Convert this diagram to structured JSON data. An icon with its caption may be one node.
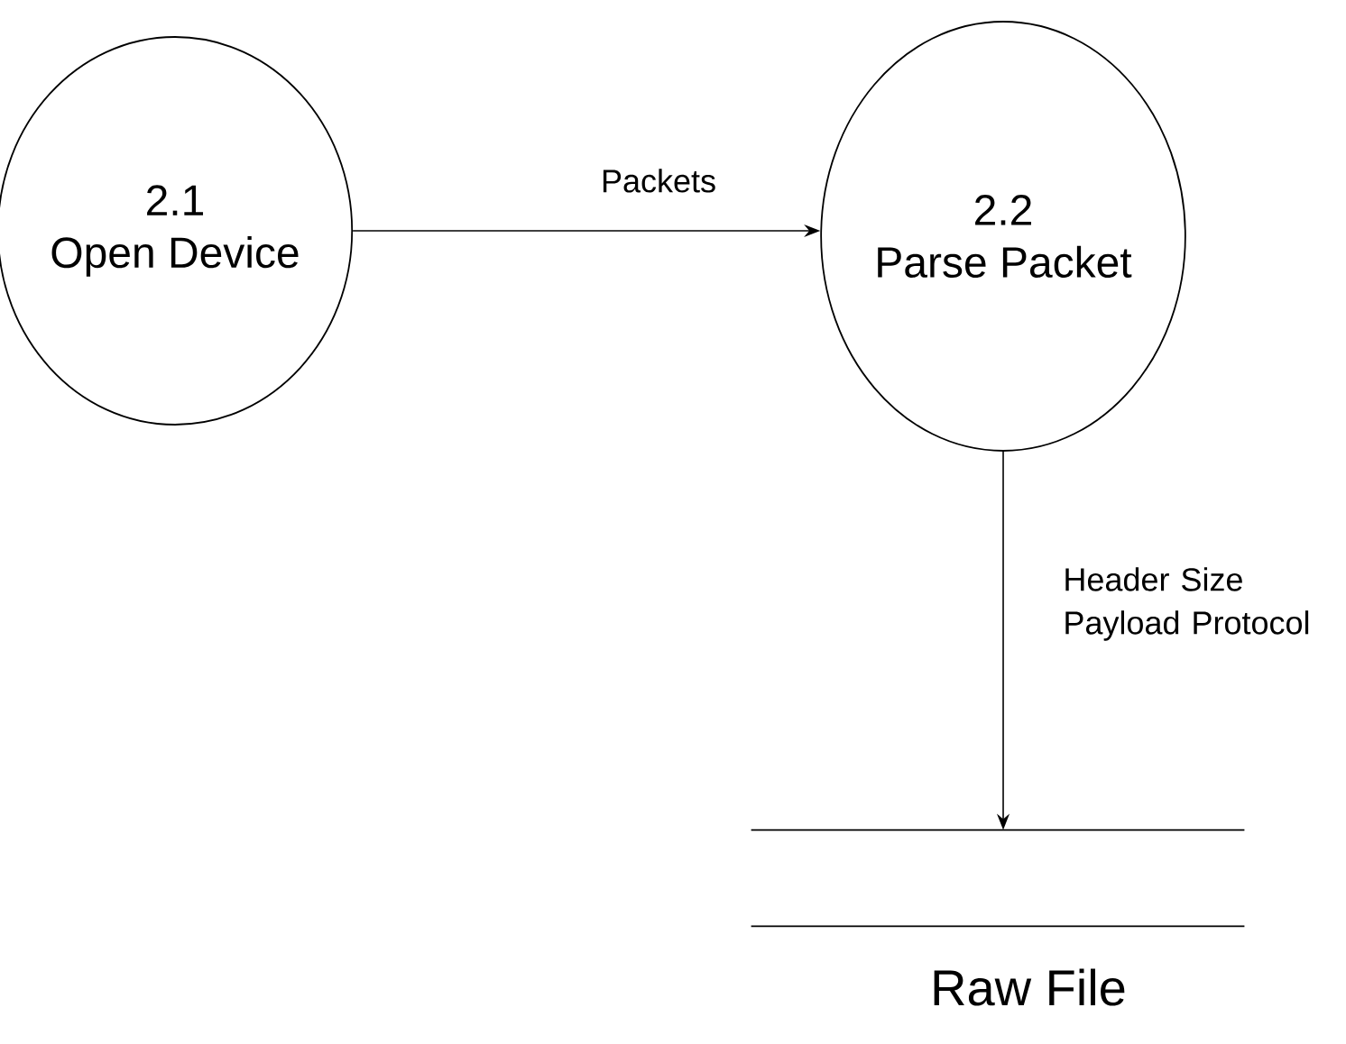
{
  "diagram": {
    "nodes": [
      {
        "text": [
          "2.1",
          "Open Device"
        ]
      },
      {
        "text": [
          "2.2",
          "Parse Packet"
        ]
      },
      {
        "text": [
          "Raw File"
        ]
      }
    ],
    "edges": [
      {
        "from": 0,
        "to": 1,
        "arrow": "to",
        "label": "Packets"
      },
      {
        "from": 1,
        "to": 2,
        "arrow": "to",
        "label": "Header Size Payload Protocol"
      }
    ]
  }
}
